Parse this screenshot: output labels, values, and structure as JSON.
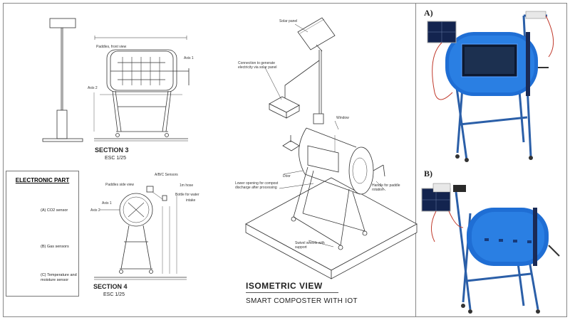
{
  "drawing": {
    "section3": {
      "title": "SECTION 3",
      "scale": "ESC 1/25",
      "labels": {
        "paddles_front": "Paddles, front view",
        "axis1": "Axis 1",
        "axis2": "Axis 2"
      }
    },
    "section4": {
      "title": "SECTION 4",
      "scale": "ESC 1/25",
      "labels": {
        "abc_sensors": "A/B/C Sensors",
        "paddles_side": "Paddles side view",
        "hose": "1m hose",
        "bottle": "Bottle for water",
        "intake": "intake",
        "axis1": "Axis 1",
        "axis2": "Axis 2"
      }
    },
    "electronic_part": {
      "title": "ELECTRONIC PART",
      "items": [
        {
          "icon": "co2-sensor-icon",
          "label": "(A) CO2 sensor"
        },
        {
          "icon": "gas-sensors-icon",
          "label": "(B) Gas sensors"
        },
        {
          "icon": "temperature-moisture-sensor-icon",
          "label": "(C) Temperature and moisture sensor"
        }
      ]
    },
    "isometric": {
      "labels": {
        "solar_panel": "Solar panel",
        "connection": "Connection to generate electricity via solar panel",
        "window": "Window",
        "door": "Door",
        "lower_opening": "Lower opening for compost discharge after processing",
        "handle": "Handle for paddle rotation",
        "wheels": "Swivel wheels with support"
      },
      "title": "ISOMETRIC VIEW",
      "subtitle": "SMART COMPOSTER WITH IOT"
    }
  },
  "photos": [
    {
      "label": "A)"
    },
    {
      "label": "B)"
    }
  ]
}
